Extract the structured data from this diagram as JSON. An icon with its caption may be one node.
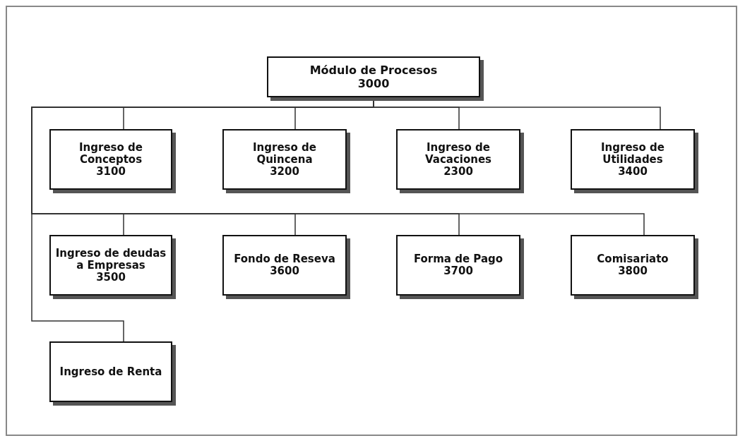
{
  "diagram": {
    "nodes": [
      {
        "text": [
          "Módulo de Procesos",
          "3000"
        ]
      },
      {
        "text": [
          "Ingreso de Conceptos",
          "3100"
        ]
      },
      {
        "text": [
          "Ingreso de Quincena",
          "3200"
        ]
      },
      {
        "text": [
          "Ingreso de Vacaciones",
          "2300"
        ]
      },
      {
        "text": [
          "Ingreso de Utilidades",
          "3400"
        ]
      },
      {
        "text": [
          "Ingreso de deudas a Empresas",
          "3500"
        ]
      },
      {
        "text": [
          "Fondo de Reseva",
          "3600"
        ]
      },
      {
        "text": [
          "Forma de Pago",
          "3700"
        ]
      },
      {
        "text": [
          "Comisariato",
          "3800"
        ]
      },
      {
        "text": [
          "Ingreso de Renta"
        ]
      }
    ],
    "edges": [
      {
        "from": 0,
        "to": 1,
        "arrow": "none"
      },
      {
        "from": 0,
        "to": 2,
        "arrow": "none"
      },
      {
        "from": 0,
        "to": 3,
        "arrow": "none"
      },
      {
        "from": 0,
        "to": 4,
        "arrow": "none"
      },
      {
        "from": 0,
        "to": 5,
        "arrow": "none"
      },
      {
        "from": 0,
        "to": 6,
        "arrow": "none"
      },
      {
        "from": 0,
        "to": 7,
        "arrow": "none"
      },
      {
        "from": 0,
        "to": 8,
        "arrow": "none"
      },
      {
        "from": 0,
        "to": 9,
        "arrow": "none"
      }
    ]
  }
}
